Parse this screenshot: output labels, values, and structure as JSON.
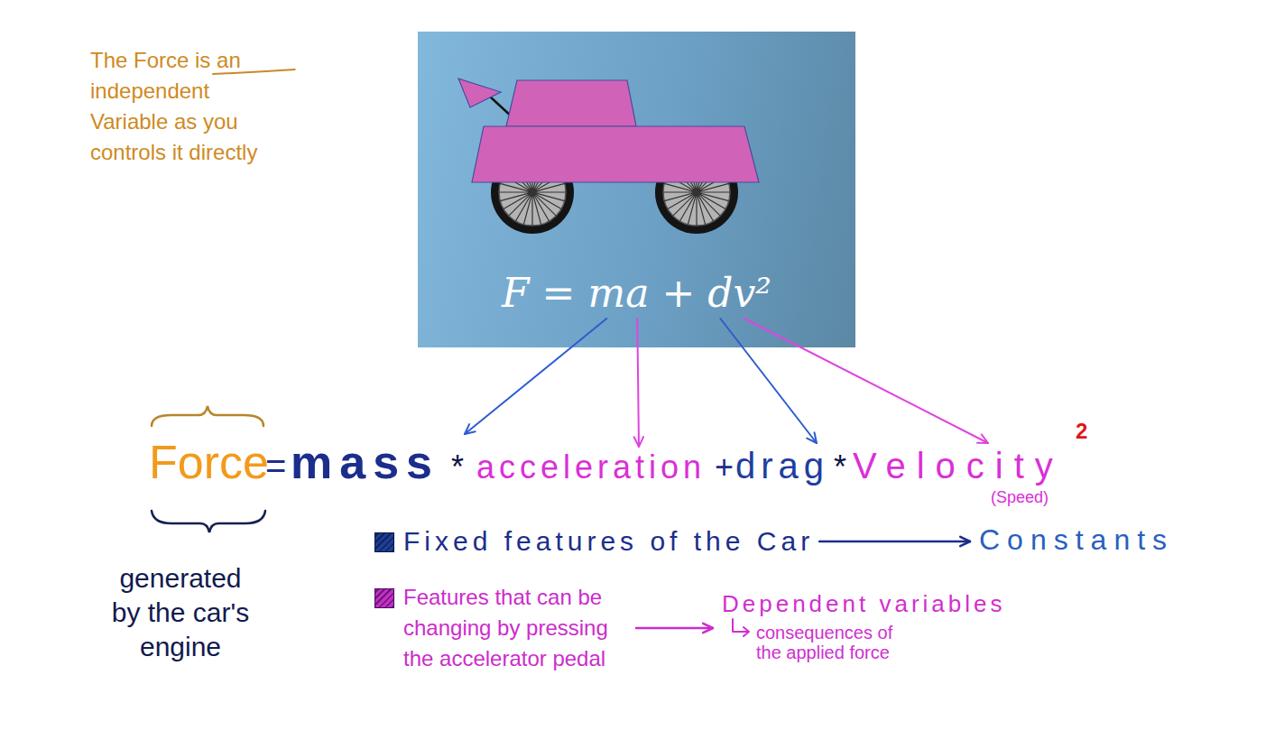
{
  "diagram": {
    "nodes": [
      {
        "text": [
          "F = ma + dv²"
        ]
      }
    ],
    "labels": [
      "The Force is an independent Variable as you controls it directly",
      "Force",
      "=",
      "mass",
      "*",
      "acceleration",
      "+",
      "drag",
      "*",
      "Velocity",
      "2",
      "(Speed)",
      "generated by the car's engine",
      "Constants",
      "Dependent variables",
      "consequences of the applied force"
    ],
    "legend": [
      {
        "text": "Fixed features of the Car",
        "color": "#1c3f94"
      },
      {
        "text": "Features that can be changing by pressing the accelerator pedal",
        "color": "#c42ec4"
      }
    ]
  }
}
